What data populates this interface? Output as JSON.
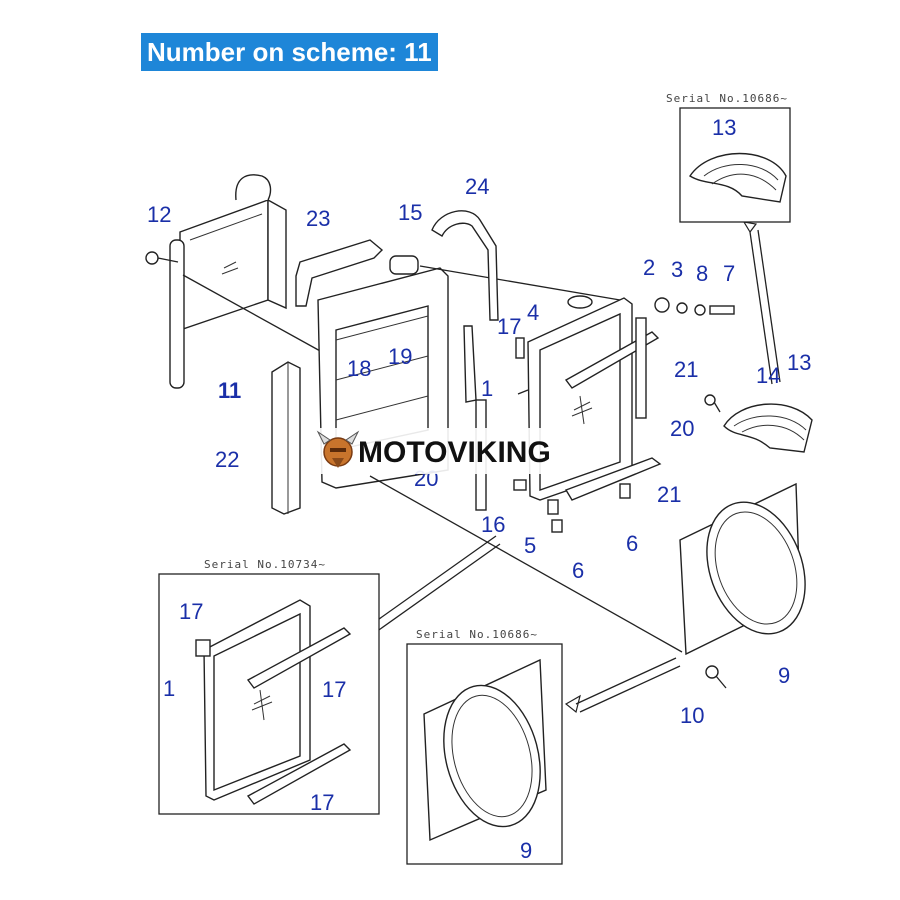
{
  "header": {
    "banner": "Number on scheme: 11"
  },
  "watermark": {
    "brand": "MOTOVIKING"
  },
  "serials": {
    "top_right": "Serial No.10686~",
    "bottom_left": "Serial No.10734~",
    "bottom_middle": "Serial No.10686~"
  },
  "labels": {
    "l1": "1",
    "l2": "2",
    "l3": "3",
    "l4": "4",
    "l5": "5",
    "l6a": "6",
    "l6b": "6",
    "l7": "7",
    "l8": "8",
    "l9a": "9",
    "l9b": "9",
    "l10": "10",
    "l11": "11",
    "l12": "12",
    "l13a": "13",
    "l13b": "13",
    "l14": "14",
    "l15": "15",
    "l16": "16",
    "l17a": "17",
    "l18": "18",
    "l19": "19",
    "l20a": "20",
    "l20b": "20",
    "l21a": "21",
    "l21b": "21",
    "l22": "22",
    "l23": "23",
    "l24": "24",
    "inset_l1": "1",
    "inset_l17a": "17",
    "inset_l17b": "17",
    "inset_l17c": "17"
  },
  "colors": {
    "banner_bg": "#1e86d8",
    "label": "#1a2fa8"
  }
}
